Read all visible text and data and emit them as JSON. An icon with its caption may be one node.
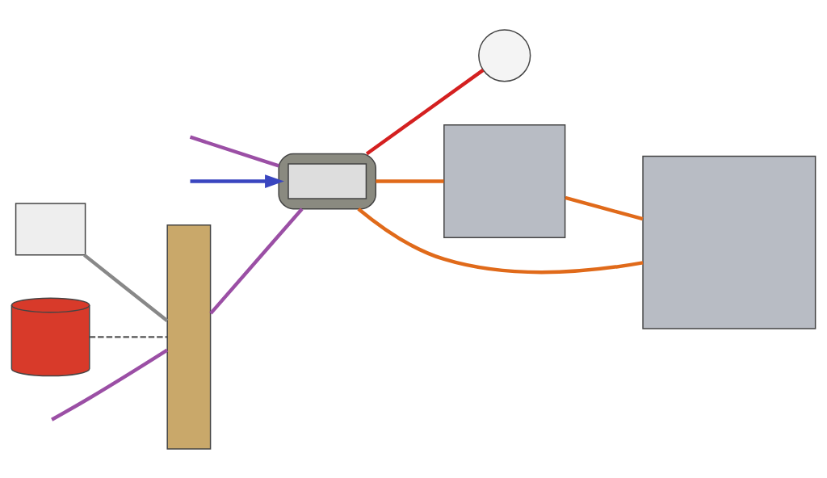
{
  "diagram": {
    "nodes": [
      {
        "text": [],
        "shape": "box"
      },
      {
        "text": [],
        "shape": "box"
      },
      {
        "text": [],
        "shape": "cylinder"
      },
      {
        "text": [],
        "shape": "cylinder"
      },
      {
        "text": [],
        "shape": "box",
        "in": 3
      },
      {
        "text": [],
        "shape": "circle"
      },
      {
        "text": [],
        "shape": "box"
      },
      {
        "text": [],
        "shape": "box"
      }
    ],
    "edges": [
      {
        "from": 1,
        "to": 0,
        "arrow": "none",
        "color": "#888888"
      },
      {
        "from": 2,
        "to": 0,
        "arrow": "none",
        "style": "dashed",
        "color": "#555555"
      },
      {
        "from": null,
        "to": 0,
        "arrow": "none",
        "color": "#9b4fa5"
      },
      {
        "from": null,
        "to": 3,
        "arrow": "none",
        "color": "#9b4fa5"
      },
      {
        "from": 0,
        "to": 3,
        "arrow": "none",
        "color": "#9b4fa5"
      },
      {
        "from": 3,
        "to": 5,
        "arrow": "none",
        "color": "#d42020"
      },
      {
        "from": 3,
        "to": 6,
        "arrow": "none",
        "color": "#e06a1a"
      },
      {
        "from": 3,
        "to": 7,
        "arrow": "none",
        "color": "#e06a1a"
      },
      {
        "from": 6,
        "to": 7,
        "arrow": "none",
        "color": "#e06a1a"
      },
      {
        "from": null,
        "to": 3,
        "arrow": "to",
        "color": "#3a46c0"
      }
    ]
  }
}
